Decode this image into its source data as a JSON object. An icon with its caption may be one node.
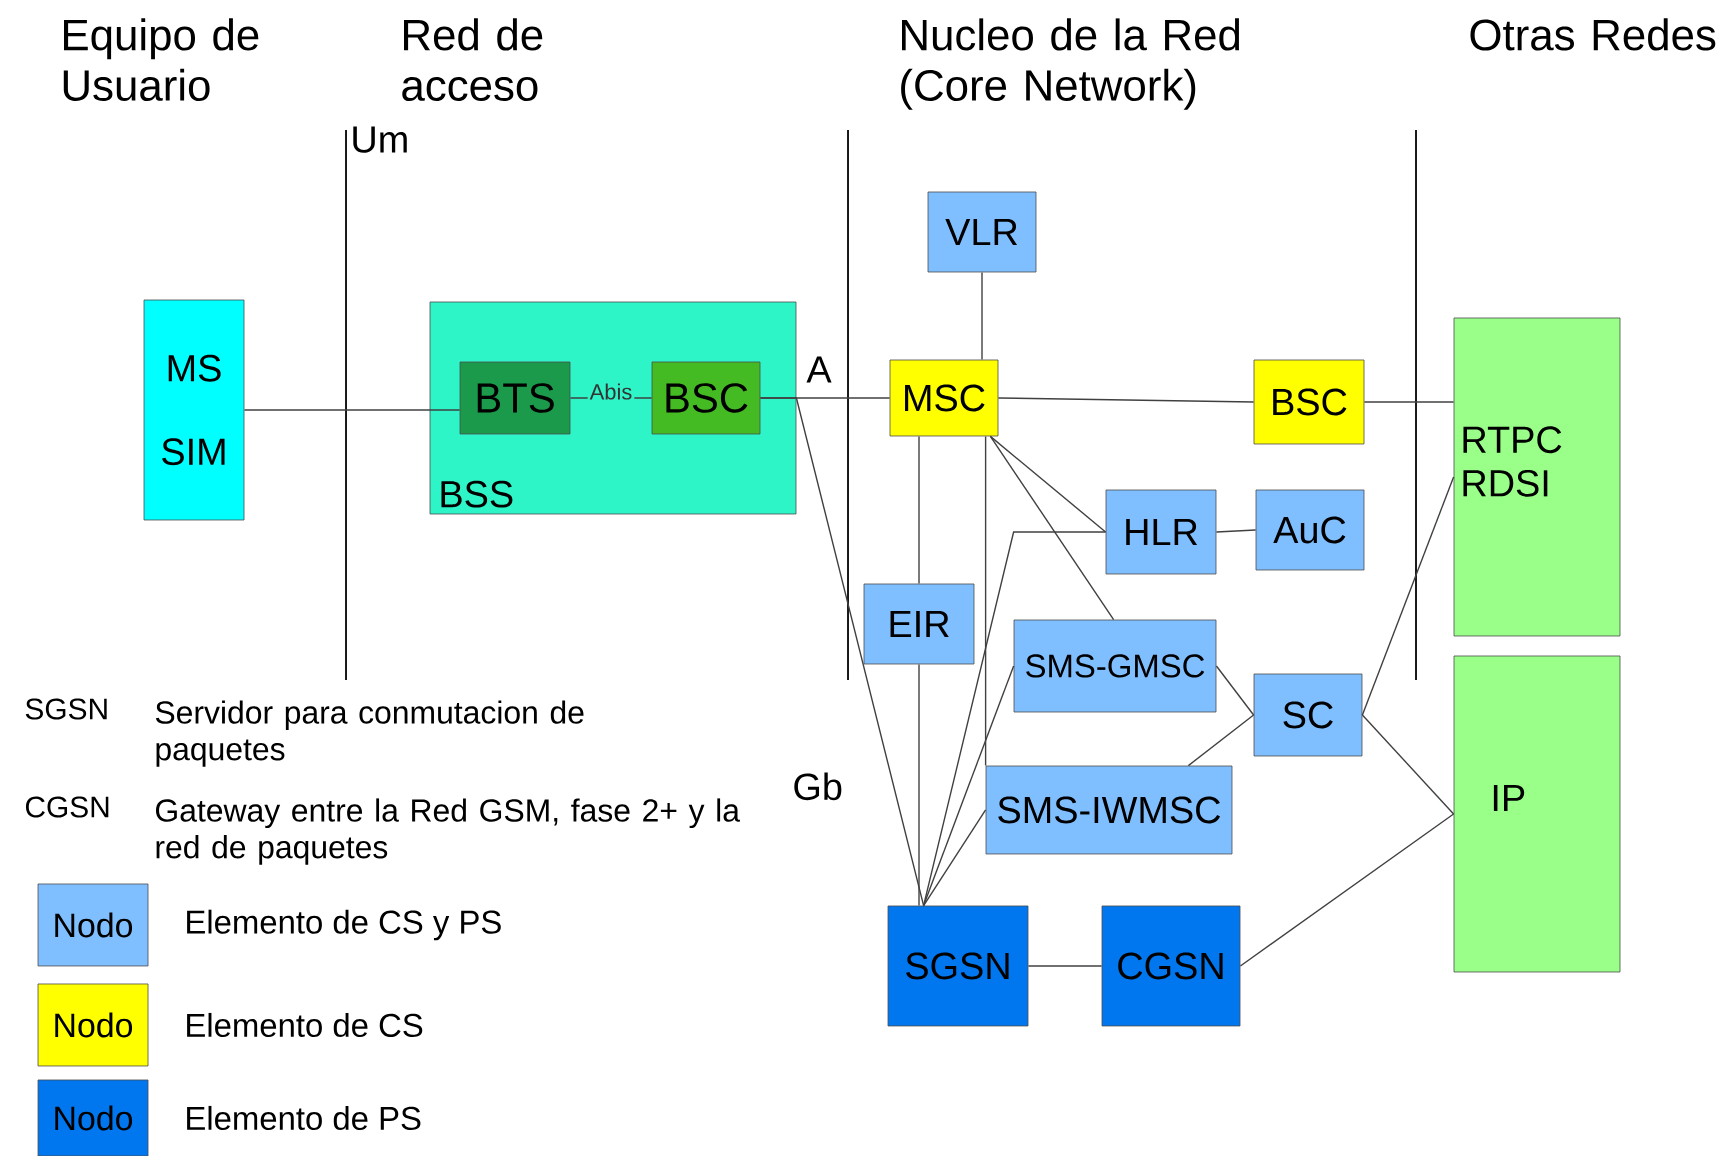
{
  "diagram": {
    "nodes": [
      {
        "text": [
          "MS",
          "SIM"
        ]
      },
      {
        "text": [
          "BSS"
        ]
      },
      {
        "text": [
          "BTS"
        ],
        "in": 1
      },
      {
        "text": [
          "BSC"
        ],
        "in": 1
      },
      {
        "text": [
          "VLR"
        ]
      },
      {
        "text": [
          "MSC"
        ]
      },
      {
        "text": [
          "BSC"
        ]
      },
      {
        "text": [
          "RTPC RDSI"
        ]
      },
      {
        "text": [
          "HLR"
        ]
      },
      {
        "text": [
          "AuC"
        ]
      },
      {
        "text": [
          "EIR"
        ]
      },
      {
        "text": [
          "SMS-GMSC"
        ]
      },
      {
        "text": [
          "SC"
        ]
      },
      {
        "text": [
          "SMS-IWMSC"
        ]
      },
      {
        "text": [
          "IP"
        ]
      },
      {
        "text": [
          "SGSN"
        ]
      },
      {
        "text": [
          "CGSN"
        ]
      }
    ],
    "edges": [
      {
        "from": 0,
        "to": 2,
        "arrow": "none"
      },
      {
        "from": 2,
        "to": 3,
        "arrow": "none",
        "label": "Abis"
      },
      {
        "from": 3,
        "to": 5,
        "arrow": "none"
      },
      {
        "from": 3,
        "to": 15,
        "arrow": "none"
      },
      {
        "from": 4,
        "to": 5,
        "arrow": "none"
      },
      {
        "from": 5,
        "to": 6,
        "arrow": "none"
      },
      {
        "from": 6,
        "to": 7,
        "arrow": "none"
      },
      {
        "from": 5,
        "to": 8,
        "arrow": "none"
      },
      {
        "from": 5,
        "to": 11,
        "arrow": "none"
      },
      {
        "from": 5,
        "to": 10,
        "arrow": "none"
      },
      {
        "from": 5,
        "to": 13,
        "arrow": "none"
      },
      {
        "from": 8,
        "to": 9,
        "arrow": "none"
      },
      {
        "from": 10,
        "to": 15,
        "arrow": "none"
      },
      {
        "from": 8,
        "to": 15,
        "arrow": "none"
      },
      {
        "from": 11,
        "to": 15,
        "arrow": "none"
      },
      {
        "from": 13,
        "to": 15,
        "arrow": "none"
      },
      {
        "from": 11,
        "to": 12,
        "arrow": "none"
      },
      {
        "from": 13,
        "to": 12,
        "arrow": "none"
      },
      {
        "from": 12,
        "to": 7,
        "arrow": "none"
      },
      {
        "from": 12,
        "to": 14,
        "arrow": "none"
      },
      {
        "from": 16,
        "to": 14,
        "arrow": "none"
      },
      {
        "from": 15,
        "to": 16,
        "arrow": "none"
      }
    ],
    "labels": [
      "Equipo de Usuario",
      "Red de acceso",
      "Nucleo de la Red (Core Network)",
      "Otras Redes",
      "Um",
      "A",
      "Gb",
      "SGSN",
      "Servidor para conmutacion de paquetes",
      "CGSN",
      "Gateway entre la Red GSM, fase 2+ y la red de paquetes",
      "Nodo",
      "Nodo",
      "Nodo"
    ],
    "legend": [
      {
        "text": "Elemento de CS y PS",
        "color": "#80bfff"
      },
      {
        "text": "Elemento de CS",
        "color": "#ffff00"
      },
      {
        "text": "Elemento de PS",
        "color": "#0077ee"
      }
    ]
  }
}
